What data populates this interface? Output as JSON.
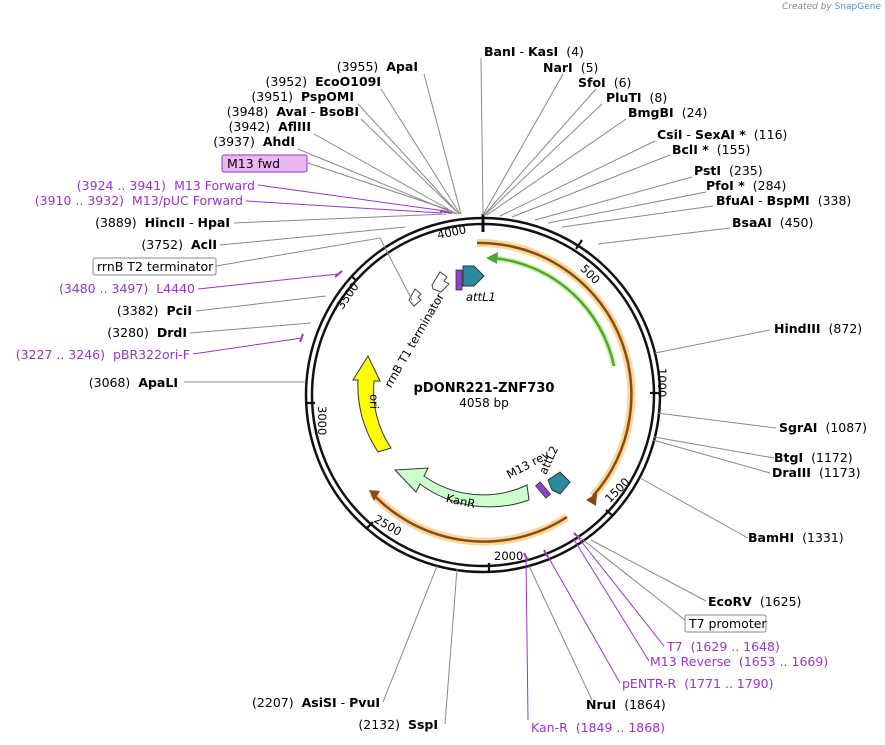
{
  "credit": {
    "prefix": "Created by",
    "brand": "SnapGene"
  },
  "plasmid": {
    "name": "pDONR221-ZNF730",
    "length": "4058 bp"
  },
  "ticks": [
    "500",
    "1000",
    "1500",
    "2000",
    "2500",
    "3000",
    "3500",
    "4000"
  ],
  "right_sites": [
    {
      "names": [
        "BanI",
        "KasI"
      ],
      "pos": "(4)"
    },
    {
      "names": [
        "NarI"
      ],
      "pos": "(5)"
    },
    {
      "names": [
        "SfoI"
      ],
      "pos": "(6)"
    },
    {
      "names": [
        "PluTI"
      ],
      "pos": "(8)"
    },
    {
      "names": [
        "BmgBI"
      ],
      "pos": "(24)"
    },
    {
      "names": [
        "CsiI",
        "SexAI *"
      ],
      "pos": "(116)"
    },
    {
      "names": [
        "BclI *"
      ],
      "pos": "(155)"
    },
    {
      "names": [
        "PstI"
      ],
      "pos": "(235)"
    },
    {
      "names": [
        "PfoI *"
      ],
      "pos": "(284)"
    },
    {
      "names": [
        "BfuAI",
        "BspMI"
      ],
      "pos": "(338)"
    },
    {
      "names": [
        "BsaAI"
      ],
      "pos": "(450)"
    },
    {
      "names": [
        "HindIII"
      ],
      "pos": "(872)"
    },
    {
      "names": [
        "SgrAI"
      ],
      "pos": "(1087)"
    },
    {
      "names": [
        "BtgI"
      ],
      "pos": "(1172)"
    },
    {
      "names": [
        "DraIII"
      ],
      "pos": "(1173)"
    },
    {
      "names": [
        "BamHI"
      ],
      "pos": "(1331)"
    },
    {
      "names": [
        "EcoRV"
      ],
      "pos": "(1625)"
    },
    {
      "names": [
        "NruI"
      ],
      "pos": "(1864)"
    }
  ],
  "left_sites": [
    {
      "names": [
        "ApaI"
      ],
      "pos": "(3955)"
    },
    {
      "names": [
        "EcoO109I"
      ],
      "pos": "(3952)"
    },
    {
      "names": [
        "PspOMI"
      ],
      "pos": "(3951)"
    },
    {
      "names": [
        "AvaI",
        "BsoBI"
      ],
      "pos": "(3948)"
    },
    {
      "names": [
        "AflIII"
      ],
      "pos": "(3942)"
    },
    {
      "names": [
        "AhdI"
      ],
      "pos": "(3937)"
    },
    {
      "names": [
        "HincII",
        "HpaI"
      ],
      "pos": "(3889)"
    },
    {
      "names": [
        "AclI"
      ],
      "pos": "(3752)"
    },
    {
      "names": [
        "PciI"
      ],
      "pos": "(3382)"
    },
    {
      "names": [
        "DrdI"
      ],
      "pos": "(3280)"
    },
    {
      "names": [
        "ApaLI"
      ],
      "pos": "(3068)"
    },
    {
      "names": [
        "AsiSI",
        "PvuI"
      ],
      "pos": "(2207)"
    },
    {
      "names": [
        "SspI"
      ],
      "pos": "(2132)"
    }
  ],
  "primers": [
    {
      "name": "M13 Forward",
      "range": "(3924 .. 3941)"
    },
    {
      "name": "M13/pUC Forward",
      "range": "(3910 .. 3932)"
    },
    {
      "name": "L4440",
      "range": "(3480 .. 3497)"
    },
    {
      "name": "pBR322ori-F",
      "range": "(3227 .. 3246)"
    },
    {
      "name": "T7",
      "range": "(1629 .. 1648)"
    },
    {
      "name": "M13 Reverse",
      "range": "(1653 .. 1669)"
    },
    {
      "name": "pENTR-R",
      "range": "(1771 .. 1790)"
    },
    {
      "name": "Kan-R",
      "range": "(1849 .. 1868)"
    }
  ],
  "boxed": {
    "m13fwd": "M13 fwd",
    "rrnb_t2": "rrnB T2 terminator",
    "t7_promoter": "T7 promoter"
  },
  "features": {
    "attL1": "attL1",
    "attL2": "attL2",
    "m13rev": "M13 rev",
    "rrnb_t1": "rrnB T1 terminator",
    "ori": "ori",
    "kanr": "KanR"
  },
  "colors": {
    "primer": "#9a34c9",
    "orf_orange": "#e8a33c",
    "orf_dark": "#8b4a12",
    "green_arrow": "#4aa82a",
    "ori_yellow": "#ffff00",
    "kanr_fill": "#ccffcc",
    "attl_teal": "#2b8aa0",
    "box_purple": "#e9b7f2"
  }
}
